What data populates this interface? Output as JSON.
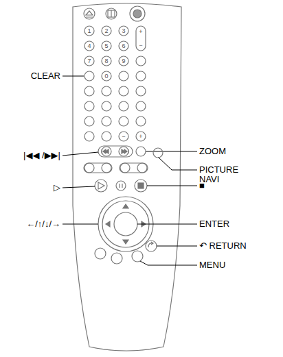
{
  "diagram": {
    "labels": [
      "1",
      "2",
      "3",
      "+",
      "4",
      "5",
      "6",
      "−",
      "7",
      "8",
      "9",
      "0",
      "−",
      "+",
      "CLEAR",
      "|◀◀ /▶▶|",
      "▷",
      "←/↑/↓/→",
      "ZOOM",
      "PICTURE NAVI",
      "■",
      "ENTER",
      "↶ RETURN",
      "MENU"
    ]
  }
}
